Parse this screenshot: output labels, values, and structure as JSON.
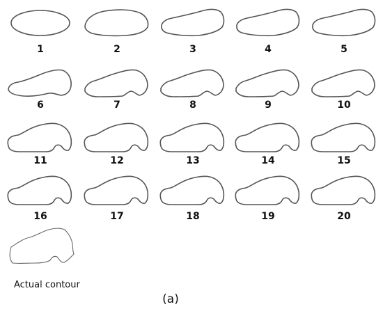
{
  "contours": {
    "labels": [
      "1",
      "2",
      "3",
      "4",
      "5",
      "6",
      "7",
      "8",
      "9",
      "10",
      "11",
      "12",
      "13",
      "14",
      "15",
      "16",
      "17",
      "18",
      "19",
      "20"
    ]
  },
  "actual_contour": {
    "label": "Actual contour"
  },
  "subfigure_label": "(a)"
}
